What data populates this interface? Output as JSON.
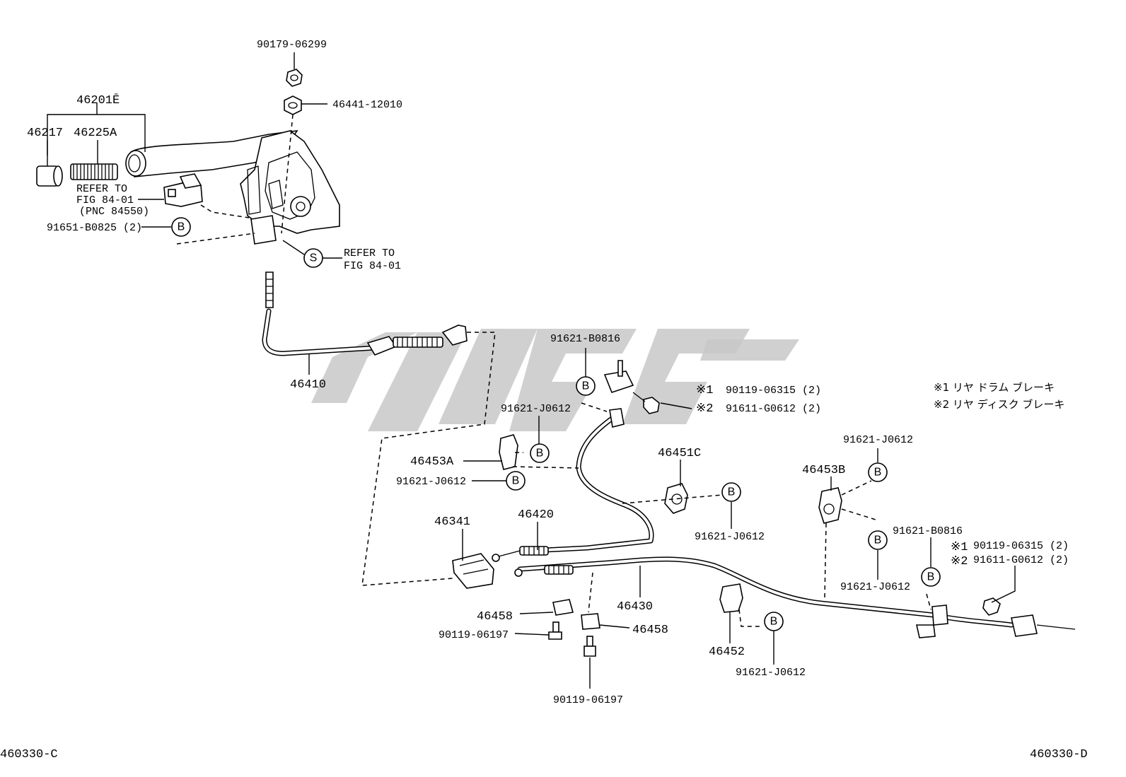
{
  "parts": {
    "p90179_06299": "90179-06299",
    "p46441_12010": "46441-12010",
    "p46201E": "46201Ē",
    "p46217": "46217",
    "p46225A": "46225A",
    "refer1": [
      "REFER TO",
      "FIG 84-01",
      "(PNC 84550)"
    ],
    "p91651_B0825": "91651-B0825 (2)",
    "refer2": [
      "REFER TO",
      "FIG 84-01"
    ],
    "p46410": "46410",
    "p91621_B0816_top": "91621-B0816",
    "p90119_06315_top": "90119-06315 (2)",
    "p91611_G0612_top": "91611-G0612 (2)",
    "p91621_J0612_a": "91621-J0612",
    "p46453A": "46453A",
    "p91621_J0612_b": "91621-J0612",
    "p46451C": "46451C",
    "p91621_J0612_c": "91621-J0612",
    "p46453B": "46453B",
    "p91621_J0612_d": "91621-J0612",
    "p91621_J0612_e": "91621-J0612",
    "p91621_B0816_right": "91621-B0816",
    "p90119_06315_right": "90119-06315 (2)",
    "p91611_G0612_right": "91611-G0612 (2)",
    "p46341": "46341",
    "p46420": "46420",
    "p46430": "46430",
    "p46458_a": "46458",
    "p46458_b": "46458",
    "p90119_06197_a": "90119-06197",
    "p90119_06197_b": "90119-06197",
    "p46452": "46452",
    "p91621_J0612_f": "91621-J0612"
  },
  "markers": {
    "note1": "※1",
    "note2": "※2",
    "b": "B",
    "s": "S"
  },
  "legend": {
    "item1": "※1 リヤ ドラム ブレーキ",
    "item2": "※2 リヤ ディスク ブレーキ"
  },
  "footer": {
    "left_code": "460330-C",
    "right_code": "460330-D"
  }
}
